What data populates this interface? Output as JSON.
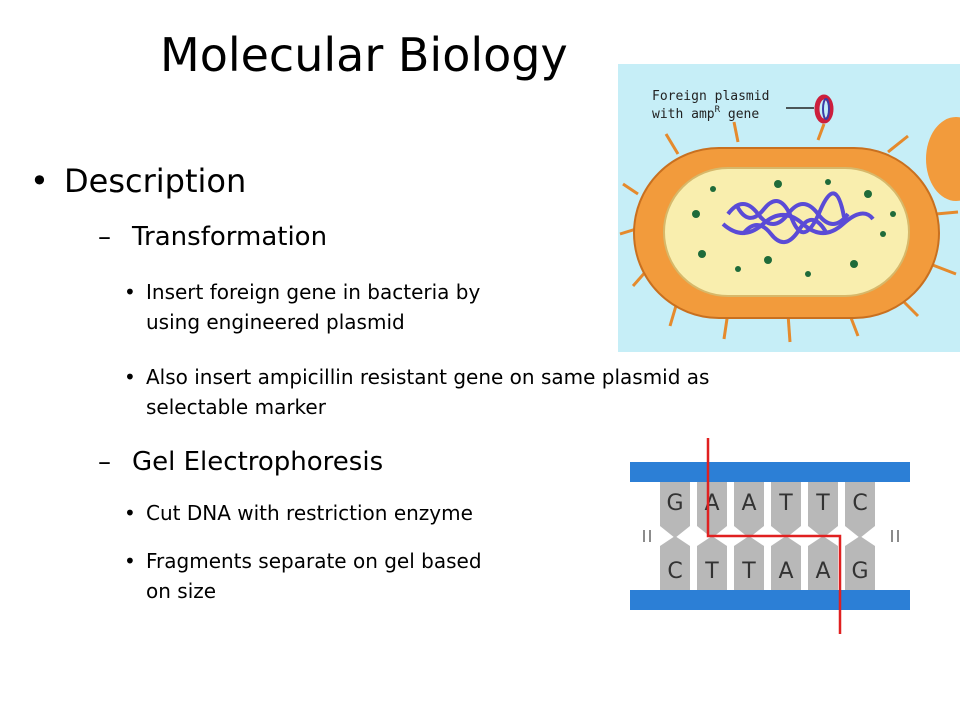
{
  "slide": {
    "title": "Molecular Biology",
    "bullet_glyph": "•",
    "dash_glyph": "–",
    "level1": "Description",
    "sections": [
      {
        "heading": "Transformation",
        "items": [
          "Insert foreign gene in bacteria by\nusing engineered plasmid",
          "Also insert ampicillin resistant gene on same plasmid as\nselectable marker"
        ]
      },
      {
        "heading": "Gel Electrophoresis",
        "items": [
          "Cut DNA with restriction enzyme",
          "Fragments separate on gel based\non size"
        ]
      }
    ]
  },
  "bacteria_figure": {
    "label_line1": "Foreign plasmid",
    "label_line2_prefix": "with amp",
    "label_superscript": "R",
    "label_line2_suffix": " gene",
    "colors": {
      "background": "#c6eef7",
      "cell_wall": "#f29b3c",
      "cytoplasm": "#f9eeae",
      "dna": "#5a4bd6",
      "ribosome": "#1f6b3a",
      "plasmid": "#cc1f3c"
    }
  },
  "dna_figure": {
    "top_bases": [
      "G",
      "A",
      "A",
      "T",
      "T",
      "C"
    ],
    "bottom_bases": [
      "C",
      "T",
      "T",
      "A",
      "A",
      "G"
    ],
    "colors": {
      "backbone": "#2c7fd6",
      "base": "#b8b8b8",
      "cut_line": "#e02020"
    }
  }
}
